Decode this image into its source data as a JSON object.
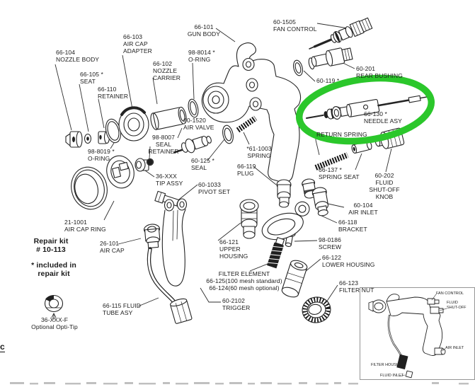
{
  "colors": {
    "background": "#ffffff",
    "ink": "#1b1b1b",
    "highlight_green": "#2bc72b"
  },
  "highlight": {
    "shape": "ellipse",
    "color": "#2bc72b",
    "circles_part": "66-130 * NEEDLE ASY"
  },
  "labels": {
    "nozzle_body": "66-104\nNOZZLE BODY",
    "seat": "66-105 *\nSEAT",
    "retainer": "66-110\nRETAINER",
    "air_cap_adapter": "66-103\nAIR CAP\nADAPTER",
    "nozzle_carrier": "66-102\nNOZZLE\nCARRIER",
    "o_ring_98_8014": "98-8014 *\nO-RING",
    "gun_body": "66-101\nGUN BODY",
    "fan_control": "60-1505\nFAN CONTROL",
    "rear_bushing": "60-201\nREAR BUSHING",
    "seal_60_119": "60-119 *",
    "needle_asy": "66-130 *\nNEEDLE ASY",
    "return_spring": "RETURN SPRING",
    "spring_61_1003": "*61-1003\nSPRING",
    "plug": "66-119\nPLUG",
    "spring_seat": "66-137 *\nSPRING SEAT",
    "fluid_shut_off_knob": "60-202\nFLUID\nSHUT-OFF\nKNOB",
    "air_inlet": "60-104\nAIR INLET",
    "bracket": "66-118\nBRACKET",
    "screw": "98-0186\nSCREW",
    "lower_housing": "66-122\nLOWER HOUSING",
    "filter_nut": "66-123\nFILTER NUT",
    "upper_housing": "66-121\nUPPER\nHOUSING",
    "filter_element": "FILTER ELEMENT\n66-125(100 mesh standard)\n66-124(60 mesh optional)",
    "trigger": "60-2102\nTRIGGER",
    "fluid_tube_asy": "66-115 FLUID\nTUBE ASY",
    "air_cap": "26-101\nAIR CAP",
    "air_cap_ring": "21-1001\nAIR CAP RING",
    "repair_kit": "Repair kit\n# 10-113",
    "included_note": "* included in\nrepair kit",
    "opti_tip": "36-XXX-F\nOptional Opti-Tip",
    "tip_assy": "36-XXX\nTIP ASSY",
    "seal_retainer": "98-8007\nSEAL\nRETAINER",
    "air_valve": "60-1520\nAIR VALVE",
    "seal_60_125": "60-125 *\nSEAL",
    "o_ring_98_8019": "98-8019 *\nO-RING",
    "pivot_set": "60-1033\nPIVOT SET"
  },
  "inset": {
    "fan_control": "FAN CONTROL",
    "fluid_shut_off": "FLUID\nSHUT-OFF",
    "air_inlet": "AIR INLET",
    "filter_housing": "FILTER HOUSING",
    "fluid_inlet": "FLUID INLET"
  },
  "edge_text": "c"
}
